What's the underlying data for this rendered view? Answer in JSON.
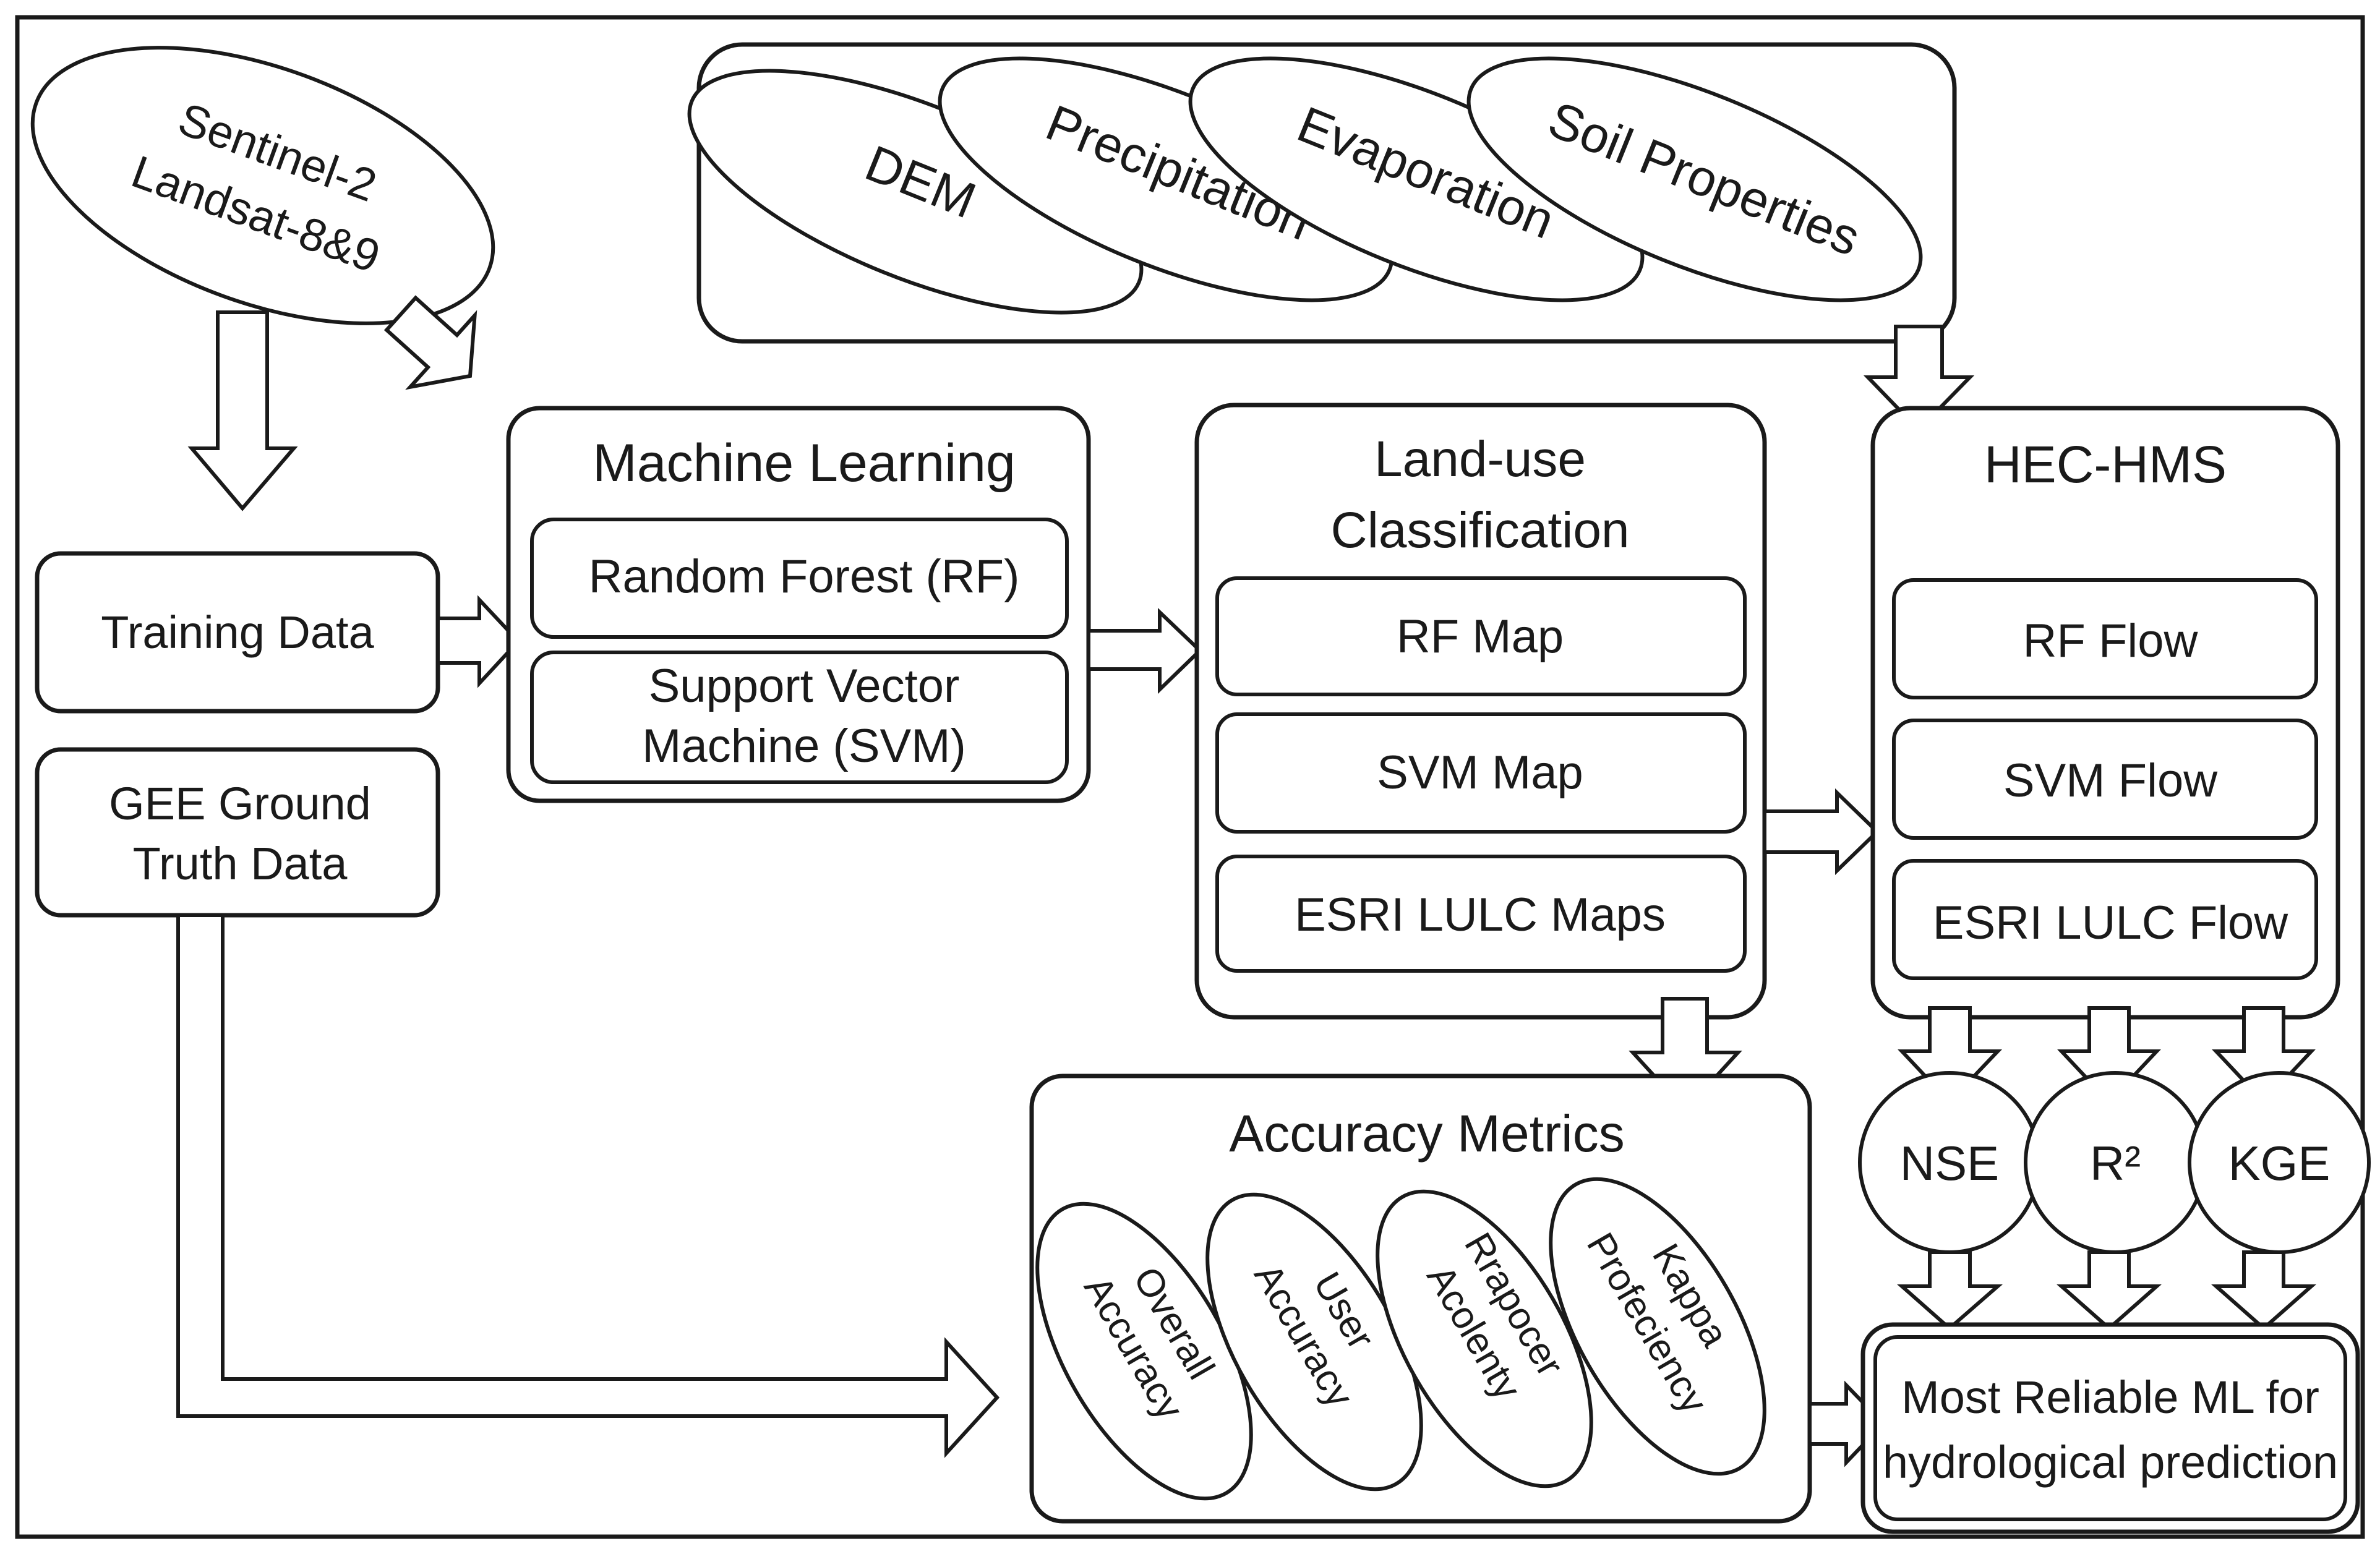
{
  "satellite": {
    "line1": "Sentinel-2",
    "line2": "Landsat-8&9"
  },
  "training_data": "Training Data",
  "gee": {
    "line1": "GEE Ground",
    "line2": "Truth Data"
  },
  "inputs": [
    "DEM",
    "Precipitation",
    "Evaporation",
    "Soil Properties"
  ],
  "ml": {
    "title": "Machine Learning",
    "rf": "Random Forest (RF)",
    "svm_line1": "Support Vector",
    "svm_line2": "Machine (SVM)"
  },
  "landuse": {
    "title_line1": "Land-use",
    "title_line2": "Classification",
    "items": [
      "RF Map",
      "SVM Map",
      "ESRI LULC Maps"
    ]
  },
  "hec": {
    "title": "HEC-HMS",
    "items": [
      "RF Flow",
      "SVM Flow",
      "ESRI LULC Flow"
    ]
  },
  "metrics": [
    "NSE",
    "R²",
    "KGE"
  ],
  "accuracy": {
    "title": "Accuracy Metrics",
    "items": [
      {
        "line1": "Overall",
        "line2": "Accuracy"
      },
      {
        "line1": "User",
        "line2": "Accuracy"
      },
      {
        "line1": "Rrapocer",
        "line2": "Acolenty"
      },
      {
        "line1": "Kappa",
        "line2": "Profeciency"
      }
    ]
  },
  "result": {
    "line1": "Most Reliable ML for",
    "line2": "hydrological prediction"
  }
}
